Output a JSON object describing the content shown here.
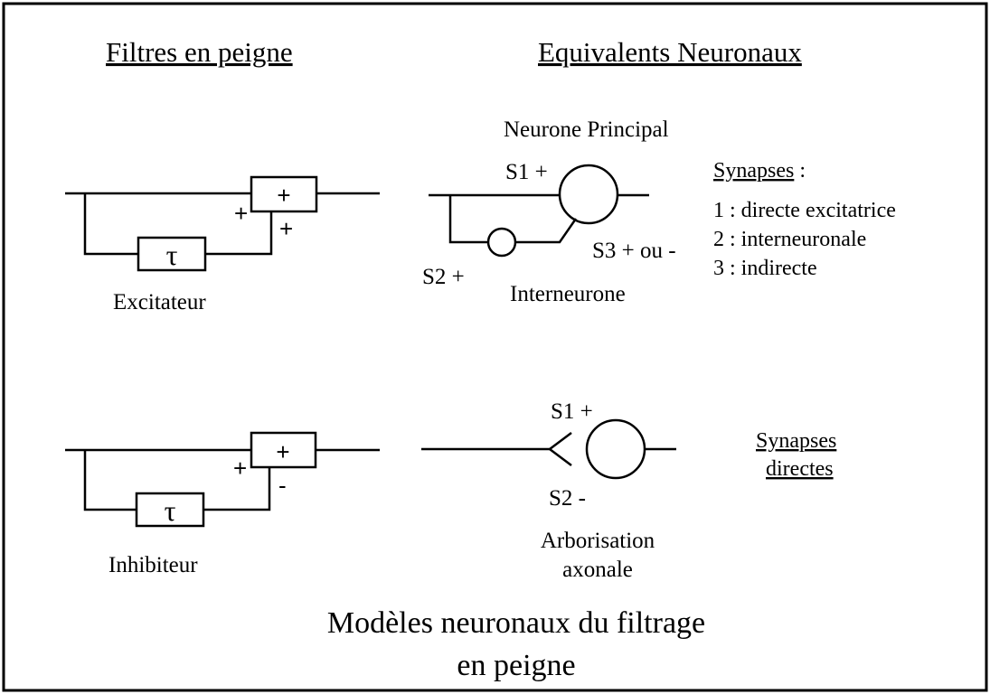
{
  "headings": {
    "left": "Filtres en peigne",
    "right": "Equivalents Neuronaux"
  },
  "excitatory": {
    "adder_symbol": "+",
    "input_sign_top": "+",
    "input_sign_bottom": "+",
    "delay_symbol": "τ",
    "caption": "Excitateur"
  },
  "inhibitory": {
    "adder_symbol": "+",
    "input_sign_top": "+",
    "input_sign_bottom": "-",
    "delay_symbol": "τ",
    "caption": "Inhibiteur"
  },
  "neuron_principal": {
    "title": "Neurone Principal",
    "s1": "S1 +",
    "s2": "S2 +",
    "s3": "S3 + ou -",
    "interneuron": "Interneurone"
  },
  "synapses_legend": {
    "title": "Synapses",
    "colon": " :",
    "items": [
      "1 : directe excitatrice",
      "2 : interneuronale",
      "3 : indirecte"
    ]
  },
  "axonal": {
    "s1": "S1 +",
    "s2": "S2 -",
    "caption_line1": "Arborisation",
    "caption_line2": "axonale"
  },
  "direct_synapses": {
    "line1": "Synapses",
    "line2": "directes"
  },
  "caption": {
    "line1": "Modèles neuronaux du filtrage",
    "line2": "en peigne"
  }
}
